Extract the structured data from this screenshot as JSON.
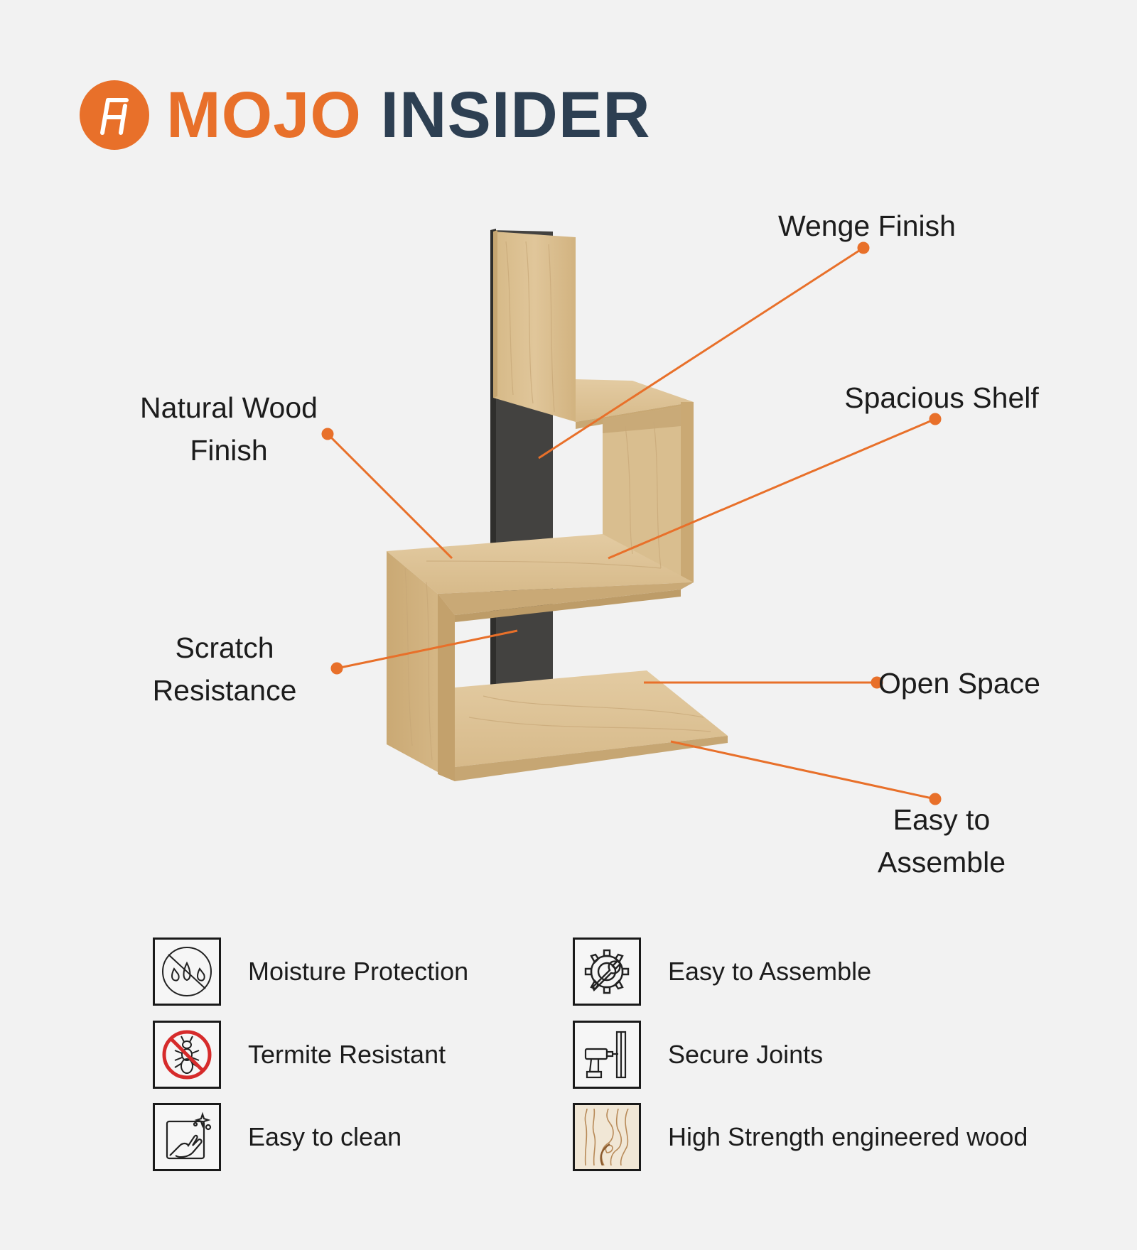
{
  "brand": {
    "name_part1": "MOJO",
    "name_part2": "INSIDER",
    "colors": {
      "orange": "#e8702a",
      "navy": "#2d3f52"
    }
  },
  "product": {
    "callouts": [
      {
        "id": "wenge",
        "label": "Wenge Finish"
      },
      {
        "id": "natural",
        "label": "Natural Wood\nFinish"
      },
      {
        "id": "spacious",
        "label": "Spacious Shelf"
      },
      {
        "id": "scratch",
        "label": "Scratch\nResistance"
      },
      {
        "id": "open",
        "label": "Open Space"
      },
      {
        "id": "assemble",
        "label": "Easy to\nAssemble"
      }
    ],
    "colors": {
      "oak": "#d9bd8f",
      "wenge": "#434240",
      "callout_line": "#e8702a"
    }
  },
  "features": [
    {
      "label": "Moisture Protection",
      "icon": "water-drops-icon"
    },
    {
      "label": "Easy to Assemble",
      "icon": "gear-wrench-icon"
    },
    {
      "label": "Termite Resistant",
      "icon": "no-termite-icon"
    },
    {
      "label": "Secure Joints",
      "icon": "drill-icon"
    },
    {
      "label": "Easy to clean",
      "icon": "cleaning-hand-icon"
    },
    {
      "label": "High Strength engineered wood",
      "icon": "wood-grain-icon"
    }
  ]
}
